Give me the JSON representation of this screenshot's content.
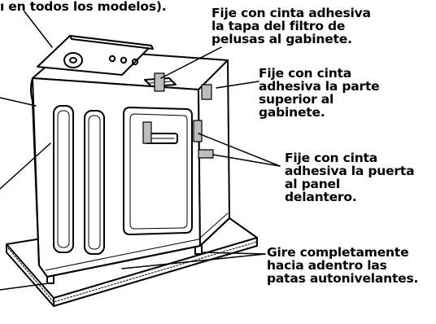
{
  "labels": {
    "top_partial": "ı en todos los modelos).",
    "lint_filter": "Fije con cinta adhesiva\nla tapa del filtro de\npelusas al gabinete.",
    "top_cabinet": "Fije con cinta\nadhesiva la parte\nsuperior al\ngabinete.",
    "door_panel": "Fije con cinta\nadhesiva la puerta\nal panel\ndelantero.",
    "legs": "Gire completamente\nhacia adentro las\npatas autonivelantes."
  },
  "colors": {
    "ink": "#000000",
    "tape": "#bdbdbd",
    "background": "#ffffff"
  }
}
